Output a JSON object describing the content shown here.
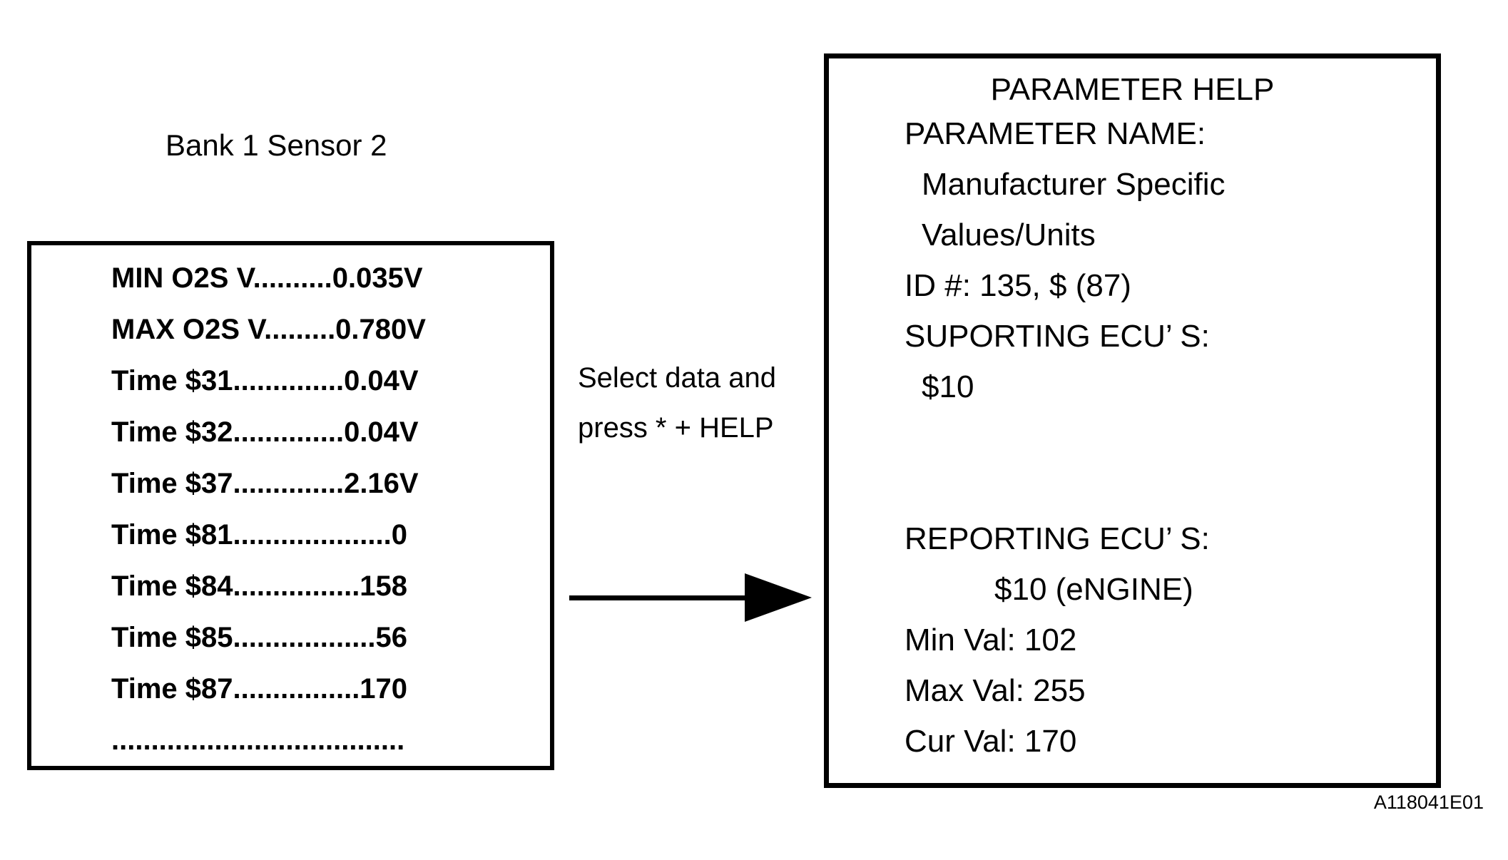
{
  "page": {
    "background": "#ffffff",
    "text_color": "#000000",
    "figure_code": "A118041E01"
  },
  "sensor_screen": {
    "caption": "Bank 1 Sensor 2",
    "lines": [
      "MIN O2S V..........0.035V",
      "MAX O2S V.........0.780V",
      "Time $31..............0.04V",
      "Time $32..............0.04V",
      "Time $37..............2.16V",
      "Time $81....................0",
      "Time $84................158",
      "Time $85..................56",
      "Time $87................170",
      "....................................."
    ]
  },
  "instruction": {
    "line1": "Select data and",
    "line2": "press * + HELP"
  },
  "arrow": {
    "direction": "right",
    "color": "#000000"
  },
  "help_screen": {
    "title": "PARAMETER HELP",
    "lines": [
      {
        "text": "PARAMETER NAME:",
        "indent": 0
      },
      {
        "text": "Manufacturer Specific",
        "indent": 1
      },
      {
        "text": "Values/Units",
        "indent": 1
      },
      {
        "text": "ID #: 135, $ (87)",
        "indent": 0
      },
      {
        "text": "SUPORTING ECU’ S:",
        "indent": 0
      },
      {
        "text": "$10",
        "indent": 1
      },
      {
        "text": "",
        "indent": 0
      },
      {
        "text": "",
        "indent": 0
      },
      {
        "text": "REPORTING ECU’ S:",
        "indent": 0
      },
      {
        "text": "$10 (eNGINE)",
        "indent": 2
      },
      {
        "text": "Min Val: 102",
        "indent": 0
      },
      {
        "text": "Max Val: 255",
        "indent": 0
      },
      {
        "text": "Cur Val: 170",
        "indent": 0
      }
    ]
  }
}
